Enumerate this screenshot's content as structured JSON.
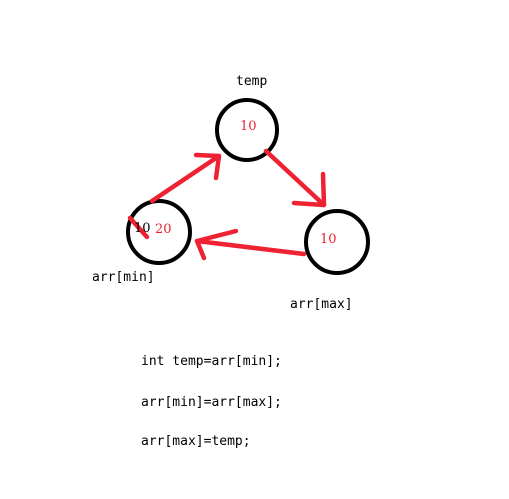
{
  "labels": {
    "temp": "temp",
    "arr_min": "arr[min]",
    "arr_max": "arr[max]"
  },
  "values": {
    "temp_value": "10",
    "min_old_value": "10",
    "min_new_value": "20",
    "max_value": "10"
  },
  "code": {
    "line1": "int temp=arr[min];",
    "line2": "arr[min]=arr[max];",
    "line3": "arr[max]=temp;"
  },
  "colors": {
    "arrow": "#ee2233",
    "node_border": "#000000",
    "value_text": "#ee2233"
  }
}
